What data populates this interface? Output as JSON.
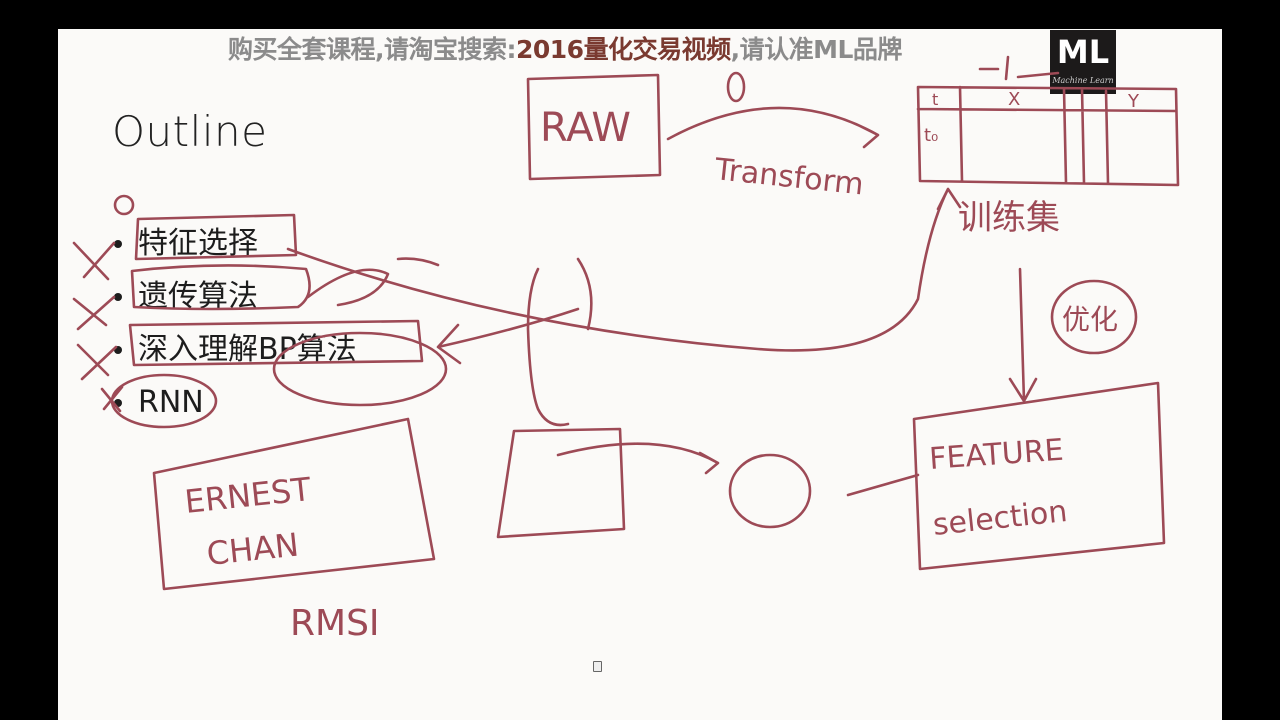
{
  "watermark": {
    "part1": "购买全套课程,请淘宝搜索:",
    "part2": "2016量化交易视频",
    "part3": ",请认准",
    "part4": "ML品牌"
  },
  "logo": {
    "text": "ML",
    "tagline": "Machine Learn"
  },
  "slide": {
    "title": "Outline",
    "bullets": [
      "特征选择",
      "遗传算法",
      "深入理解BP算法",
      "RNN"
    ]
  },
  "annotations": {
    "raw": "RAW",
    "transform": "Transform",
    "train_set": "训练集",
    "optimize": "优化",
    "col_t": "t",
    "col_x": "X",
    "col_y": "Y",
    "row_t0": "t₀",
    "ernest_line1": "ERNEST",
    "ernest_line2": "CHAN",
    "rmsi": "RMSI",
    "feature_line1": "FEATURE",
    "feature_line2": "selection"
  },
  "colors": {
    "ink": "#9d4a56",
    "background": "#fbfaf8",
    "frame": "#000000"
  }
}
